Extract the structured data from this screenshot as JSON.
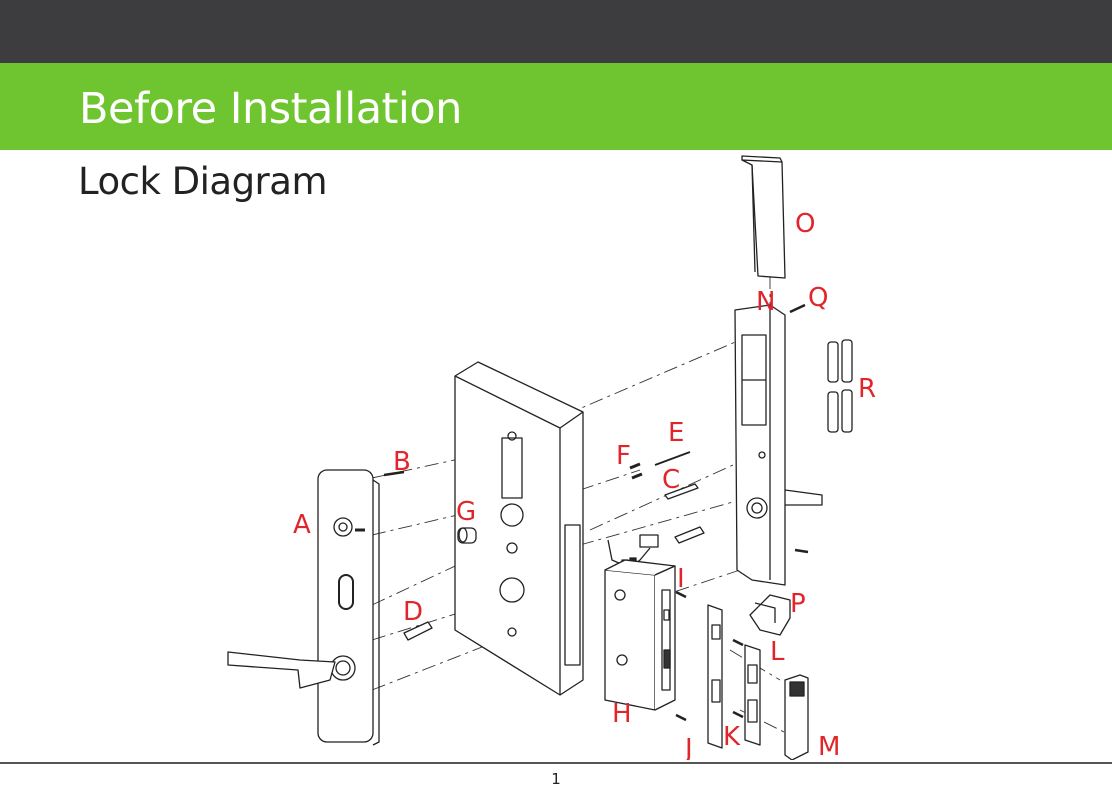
{
  "header": {
    "title": "Before Installation"
  },
  "section": {
    "title": "Lock Diagram"
  },
  "diagram": {
    "labels": {
      "a": "A",
      "b": "B",
      "c": "C",
      "d": "D",
      "e": "E",
      "f": "F",
      "g": "G",
      "h": "H",
      "i": "I",
      "j": "J",
      "k": "K",
      "l": "L",
      "m": "M",
      "n": "N",
      "o": "O",
      "p": "P",
      "q": "Q",
      "r": "R"
    }
  },
  "footer": {
    "page_number": "1"
  },
  "colors": {
    "header_bg": "#3d3d3f",
    "accent_green": "#6fc52f",
    "label_red": "#e0262b"
  }
}
